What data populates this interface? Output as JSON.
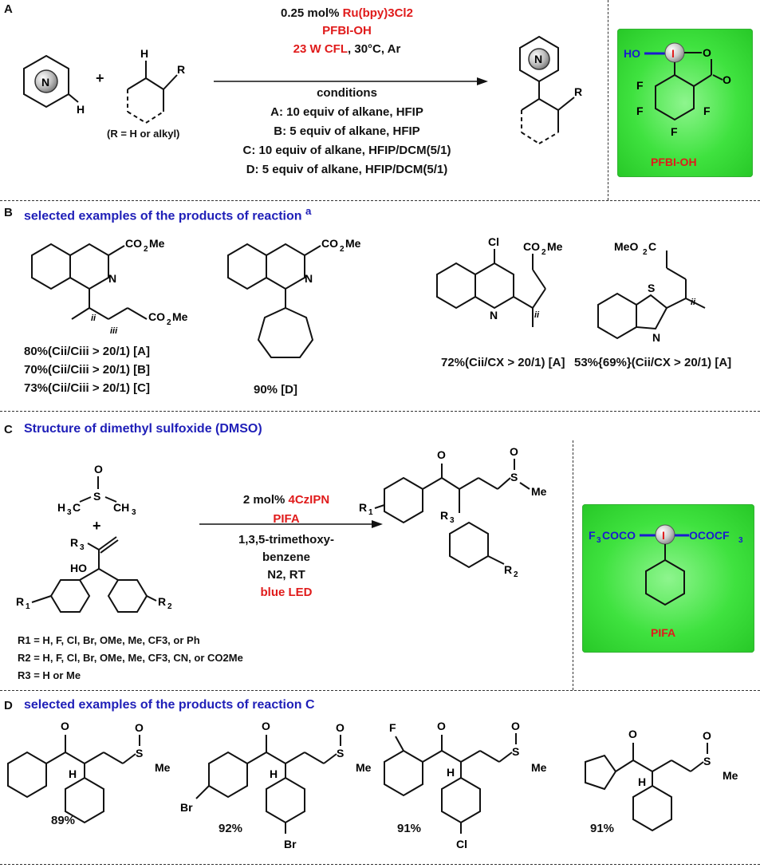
{
  "panels": {
    "A": "A",
    "B": "B",
    "C": "C",
    "D": "D"
  },
  "panelA": {
    "plus": "+",
    "r_def": "(R = H or alkyl)",
    "cat_prefix": "0.25 mol%",
    "catalyst": "Ru(bpy)3Cl2",
    "oxidant": "PFBI-OH",
    "light": "23 W CFL",
    "light_rest": ", 30°C, Ar",
    "conditions_title": "conditions",
    "cond_A": "A: 10 equiv of alkane, HFIP",
    "cond_B": "B: 5 equiv of alkane, HFIP",
    "cond_C": "C: 10 equiv of alkane, HFIP/DCM(5/1)",
    "cond_D": "D: 5 equiv of alkane, HFIP/DCM(5/1)",
    "reagent_name": "PFBI-OH"
  },
  "panelB": {
    "title_1": "selected examples of the ",
    "title_2": "products",
    "title_3": " of reaction ",
    "title_4": "a",
    "p1_y1": "80%(Cii/Ciii > 20/1) [A]",
    "p1_y2": "70%(Cii/Ciii > 20/1) [B]",
    "p1_y3": "73%(Cii/Ciii > 20/1) [C]",
    "p2_y": "90% [D]",
    "p3_y": "72%(Cii/CX > 20/1) [A]",
    "p4_y": "53%{69%}(Cii/CX > 20/1) [A]"
  },
  "panelC": {
    "title": "Structure of dimethyl sulfoxide (DMSO)",
    "plus": "+",
    "cat_prefix": "2 mol%",
    "catalyst": "4CzIPN",
    "oxidant": "PIFA",
    "additive_1": "1,3,5-trimethoxy-",
    "additive_2": "benzene",
    "atmosphere": "N2, RT",
    "light": "blue LED",
    "r1_def": "R1 = H, F, Cl, Br, OMe, Me, CF3, or Ph",
    "r2_def": "R2 = H, F, Cl, Br, OMe, Me, CF3, CN, or CO2Me",
    "r3_def": "R3 = H or Me",
    "reagent_name": "PIFA"
  },
  "panelD": {
    "title": "selected examples of the products of reaction C",
    "y1": "89%",
    "y2": "92%",
    "y3": "91%",
    "y4": "91%"
  },
  "colors": {
    "red": "#e01b1b",
    "blue": "#1a1ad0",
    "green": "#3fe23f"
  }
}
